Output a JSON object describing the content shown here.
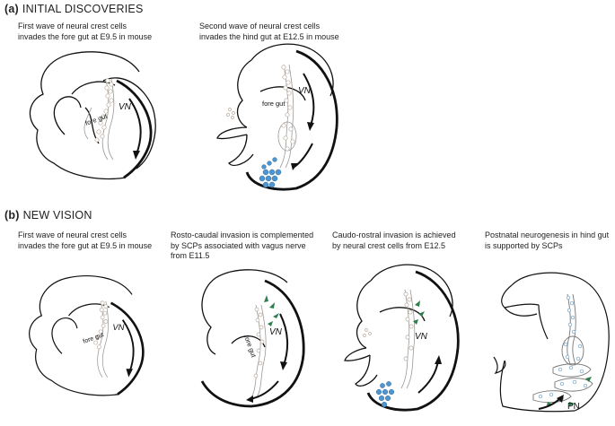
{
  "section_a": {
    "letter": "(a)",
    "title": "INITIAL DISCOVERIES"
  },
  "section_b": {
    "letter": "(b)",
    "title": "NEW VISION"
  },
  "captions": {
    "a1": [
      "First wave of neural crest cells",
      "invades the fore gut at E9.5 in mouse"
    ],
    "a2": [
      "Second wave of neural crest cells",
      "invades the hind gut at E12.5 in mouse"
    ],
    "b1": [
      "First wave of neural crest cells",
      "invades the fore gut at E9.5 in mouse"
    ],
    "b2": [
      "Rosto-caudal invasion is complemented",
      "by SCPs associated with vagus nerve",
      "from E11.5"
    ],
    "b3": [
      "Caudo-rostral invasion is achieved",
      "by neural crest cells from E12.5"
    ],
    "b4": [
      "Postnatal neurogenesis in hind gut",
      "is supported by SCPs"
    ]
  },
  "labels": {
    "vn": "VN",
    "fore_gut": "fore gut",
    "pn": "PN"
  },
  "colors": {
    "outline": "#111111",
    "neural_crest": "#d9cbbd",
    "blue_cells": "#4f95cf",
    "scp_green": "#2e7d4f"
  }
}
